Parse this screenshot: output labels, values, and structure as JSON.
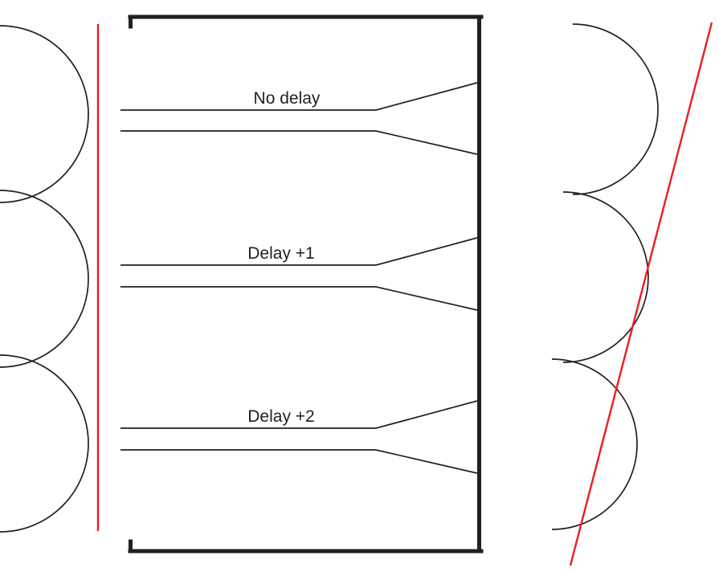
{
  "colors": {
    "ink": "#231f20",
    "wavefront": "#ec1c24",
    "background": "#ffffff"
  },
  "channels": [
    {
      "label": "No delay"
    },
    {
      "label": "Delay +1"
    },
    {
      "label": "Delay +2"
    }
  ]
}
